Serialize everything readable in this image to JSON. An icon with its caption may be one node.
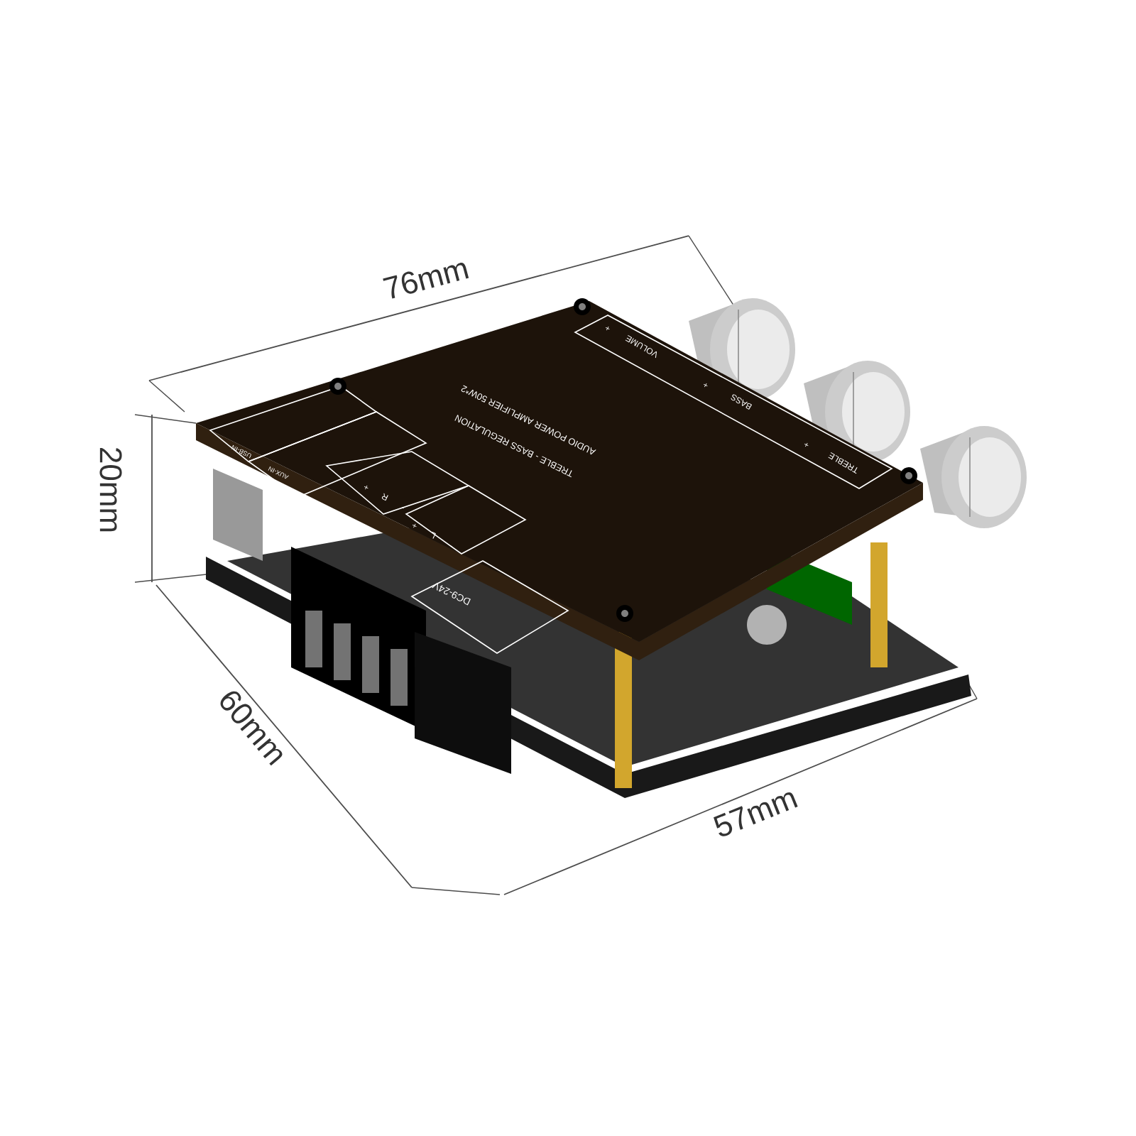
{
  "diagram": {
    "labels": [
      "76mm",
      "20mm",
      "VOLUME",
      "+",
      "BASS",
      "+",
      "TREBLE",
      "+",
      "AUDIO POWER AMPLIFIER 50W*2",
      "TREBLE - BASS REGULATION",
      "USB-IN",
      "AUX-IN",
      "+",
      "R",
      "-",
      "+",
      "L",
      "-",
      "DC9-24V",
      "60mm",
      "57mm"
    ]
  }
}
